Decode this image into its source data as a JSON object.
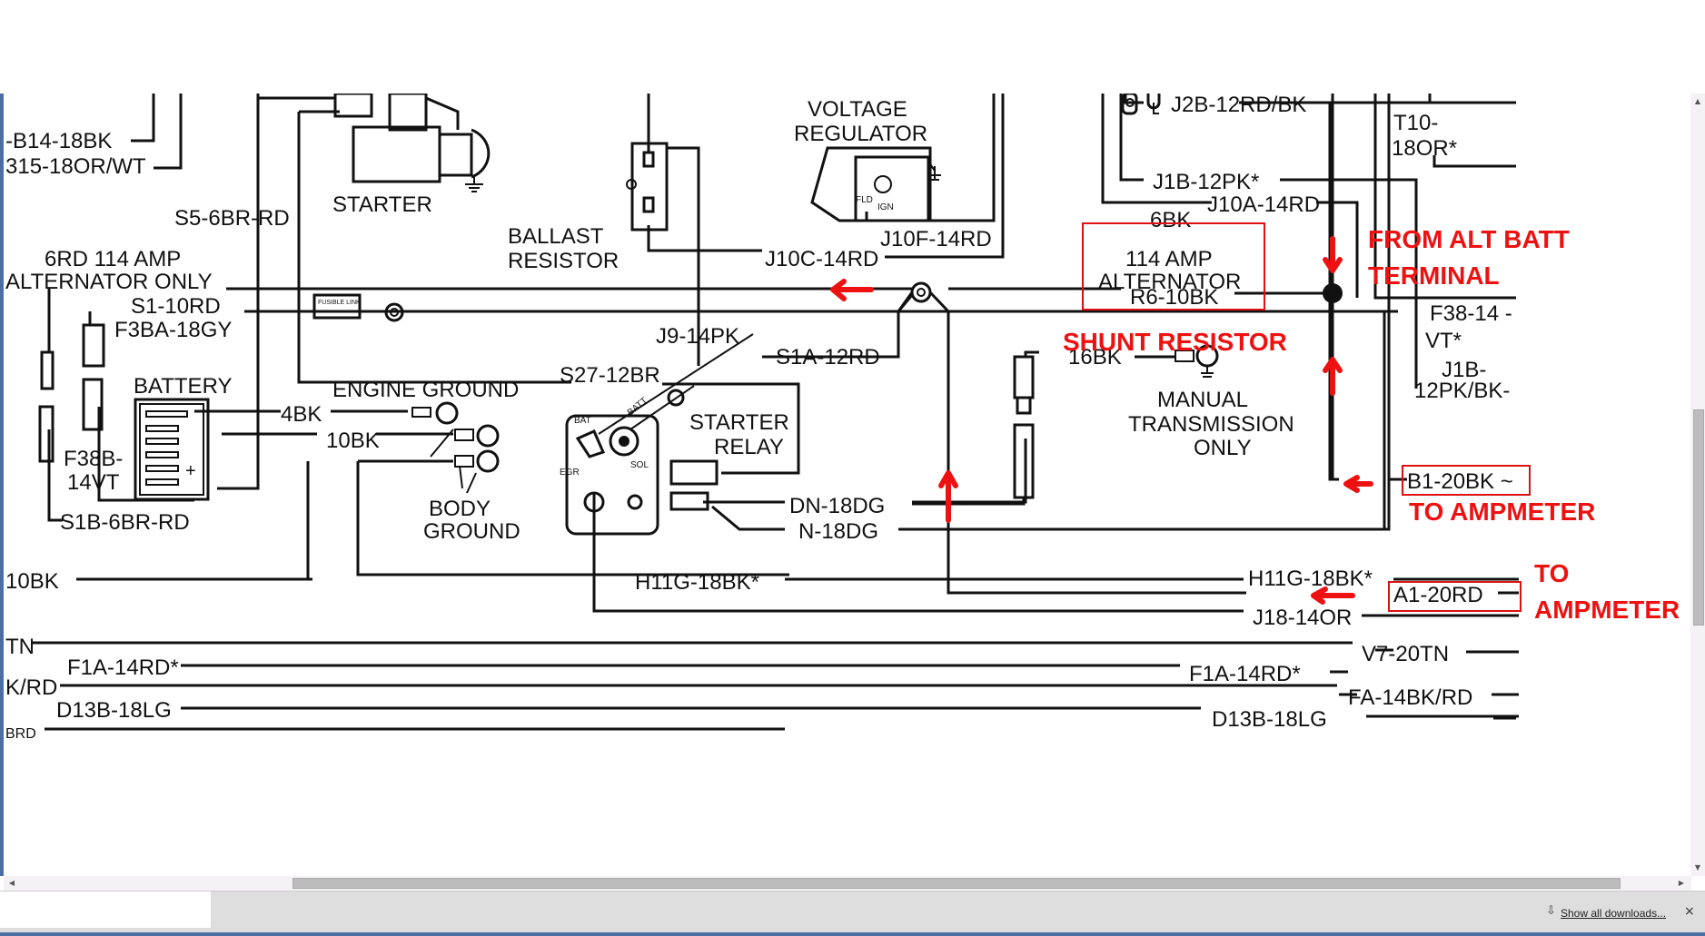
{
  "diagram": {
    "wire_labels": {
      "b14": "-B14-18BK",
      "b15": "315-18OR/WT",
      "s5": "S5-6BR-RD",
      "alt_note_1": "6RD 114 AMP",
      "alt_note_2": "ALTERNATOR ONLY",
      "s1": "S1-10RD",
      "f3ba": "F3BA-18GY",
      "f38b_1": "F38B-",
      "f38b_2": "14VT",
      "s1b": "S1B-6BR-RD",
      "bk4": "4BK",
      "bk10": "10BK",
      "bk10_left": "10BK",
      "j10c": "J10C-14RD",
      "j10f": "J10F-14RD",
      "j9": "J9-14PK",
      "s27": "S27-12BR",
      "s1a": "S1A-12RD",
      "dn": "DN-18DG",
      "n": "N-18DG",
      "h11g_left": "H11G-18BK*",
      "h11g_right": "H11G-18BK*",
      "a1": "A1-20RD",
      "j18": "J18-14OR",
      "j2b": "J2B-12RD/BK",
      "t10_1": "T10-",
      "t10_2": "18OR*",
      "j1b": "J1B-12PK*",
      "j10a": "J10A-14RD",
      "bk6": "6BK",
      "r6": "R6-10BK",
      "bk16": "16BK",
      "f38_1": "F38-14 -",
      "f38_2": "VT*",
      "j1b2_1": "J1B-",
      "j1b2_2": "12PK/BK-",
      "b1": "B1-20BK ~",
      "tn": "TN",
      "f1a_left": "F1A-14RD*",
      "krd": "K/RD",
      "d13b_left": "D13B-18LG",
      "v7": "V7-20TN",
      "f1a_right": "F1A-14RD*",
      "fa": "FA-14BK/RD",
      "d13b_right": "D13B-18LG",
      "brd": "BRD"
    },
    "components": {
      "starter": "STARTER",
      "ballast_1": "BALLAST",
      "ballast_2": "RESISTOR",
      "vr_1": "VOLTAGE",
      "vr_2": "REGULATOR",
      "alt_1": "114 AMP",
      "alt_2": "ALTERNATOR",
      "battery": "BATTERY",
      "engine_ground": "ENGINE GROUND",
      "body_ground_1": "BODY",
      "body_ground_2": "GROUND",
      "relay_1": "STARTER",
      "relay_2": "RELAY",
      "manual_1": "MANUAL",
      "manual_2": "TRANSMISSION",
      "manual_3": "ONLY",
      "fusible_link": "FUSIBLE LINK",
      "relay_bat": "BAT",
      "relay_batt": "BATT",
      "relay_sol": "SOL",
      "relay_egr": "EGR",
      "vr_fld": "FLD",
      "vr_ign": "IGN"
    },
    "annotations": {
      "from_alt_1": "FROM ALT BATT",
      "from_alt_2": "TERMINAL",
      "shunt": "SHUNT RESISTOR",
      "to_amp_1": "TO AMPMETER",
      "to_amp_2a": "TO",
      "to_amp_2b": "AMPMETER"
    },
    "annotation_color": "#ee1111"
  },
  "download_bar": {
    "show_all": "Show all downloads...",
    "download_icon": "download-arrow-icon",
    "close_icon": "close-icon",
    "close_glyph": "×",
    "dl_glyph": "⇩"
  },
  "scrollbars": {
    "up": "▲",
    "down": "▼",
    "left": "◀",
    "right": "▶"
  }
}
